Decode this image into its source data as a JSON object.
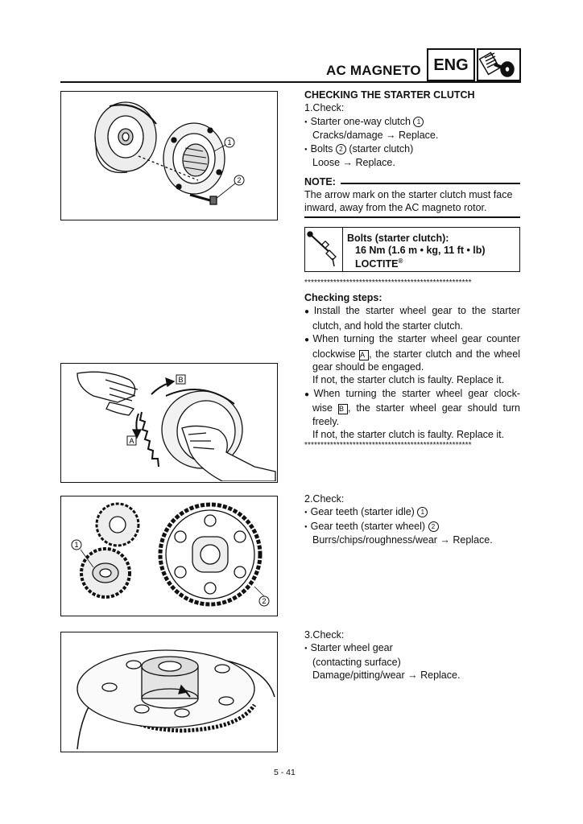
{
  "header": {
    "section_title": "AC MAGNETO",
    "badge": "ENG",
    "badge_icon": "engine-icon"
  },
  "section1": {
    "heading": "CHECKING THE STARTER CLUTCH",
    "step": "1.Check:",
    "item1": "Starter one-way clutch",
    "item1_ref": "1",
    "item1_fault": "Cracks/damage → Replace.",
    "item2_a": "Bolts",
    "item2_ref": "2",
    "item2_b": "(starter clutch)",
    "item2_fault": "Loose → Replace."
  },
  "note": {
    "label": "NOTE:",
    "line1": "The arrow mark on the starter clutch must face",
    "line2": "inward, away from the AC magneto rotor."
  },
  "torque": {
    "icon": "torque-wrench-icon",
    "title": "Bolts (starter clutch):",
    "value": "16 Nm (1.6 m • kg, 11 ft • lb)",
    "loctite": "LOCTITE",
    "reg": "®"
  },
  "separator": "****************************************************",
  "checking_steps": {
    "heading": "Checking steps:",
    "b1_l1": "Install the starter wheel gear to the starter",
    "b1_l2": "clutch, and hold the starter clutch.",
    "b2_l1": "When turning the starter wheel gear counter",
    "b2_l2a": "clockwise",
    "b2_ref": "A",
    "b2_l2b": ", the starter clutch and the wheel",
    "b2_l3": "gear should be engaged.",
    "b2_l4": "If not, the starter clutch is faulty. Replace it.",
    "b3_l1": "When turning the starter wheel gear clock-",
    "b3_l2a": "wise",
    "b3_ref": "B",
    "b3_l2b": ", the starter wheel gear should turn",
    "b3_l3": "freely.",
    "b3_l4": "If not, the starter clutch is faulty. Replace it."
  },
  "section2": {
    "step": "2.Check:",
    "item1": "Gear teeth (starter idle)",
    "item1_ref": "1",
    "item2": "Gear teeth (starter wheel)",
    "item2_ref": "2",
    "fault": "Burrs/chips/roughness/wear → Replace."
  },
  "section3": {
    "step": "3.Check:",
    "item": "Starter wheel gear",
    "item_sub": "(contacting surface)",
    "fault": "Damage/pitting/wear → Replace."
  },
  "figures": {
    "fig1_callouts": [
      "1",
      "2"
    ],
    "fig2_callouts": [
      "B",
      "A"
    ],
    "fig3_callouts": [
      "1",
      "2"
    ]
  },
  "page_number": "5 - 41"
}
